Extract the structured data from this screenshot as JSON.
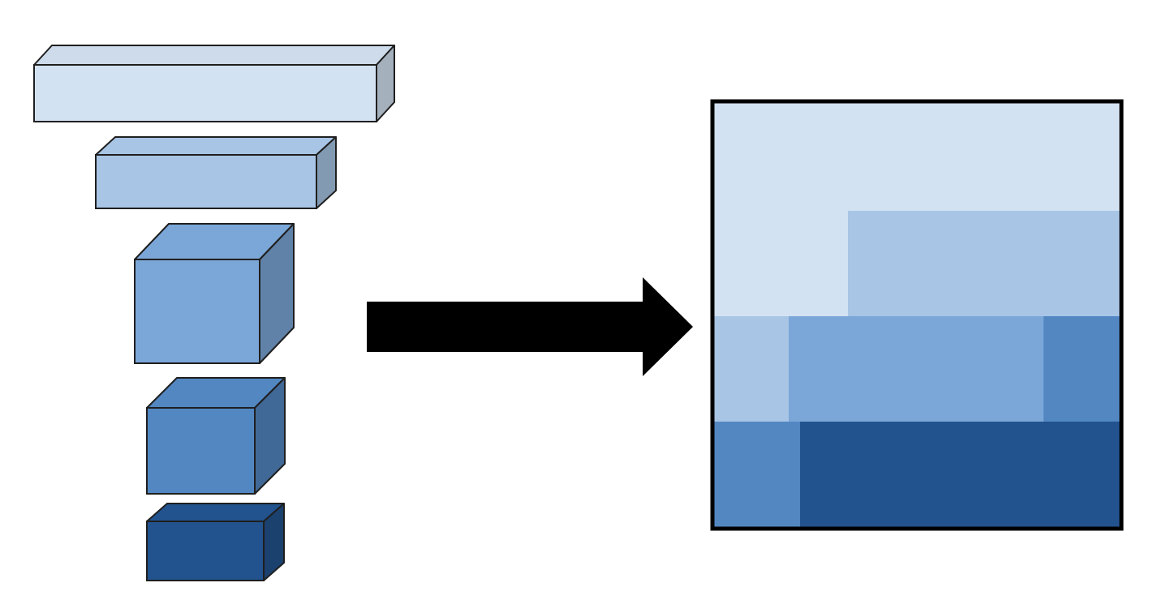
{
  "colors": {
    "background": "#ffffff",
    "outline": "#1f1f1f",
    "arrow": "#000000",
    "frame": "#000000",
    "shade_1": "#d3e2f2",
    "shade_2": "#a8c5e5",
    "shade_3": "#7ba7d8",
    "shade_4": "#5287c2",
    "shade_5": "#22538e"
  },
  "blocks": [
    {
      "id": "block-1",
      "shade": "shade_1",
      "icon": "wide-flat-slab"
    },
    {
      "id": "block-2",
      "shade": "shade_2",
      "icon": "medium-slab"
    },
    {
      "id": "block-3",
      "shade": "shade_3",
      "icon": "large-cube"
    },
    {
      "id": "block-4",
      "shade": "shade_4",
      "icon": "medium-cube"
    },
    {
      "id": "block-5",
      "shade": "shade_5",
      "icon": "small-box"
    }
  ],
  "arrow": {
    "icon": "right-arrow-icon",
    "direction": "right"
  },
  "packed_square": {
    "regions": [
      {
        "id": "region-1-top",
        "shade": "shade_1"
      },
      {
        "id": "region-1-left",
        "shade": "shade_1"
      },
      {
        "id": "region-2-right",
        "shade": "shade_2"
      },
      {
        "id": "region-2-left",
        "shade": "shade_2"
      },
      {
        "id": "region-3-middle",
        "shade": "shade_3"
      },
      {
        "id": "region-4-right",
        "shade": "shade_4"
      },
      {
        "id": "region-4-left",
        "shade": "shade_4"
      },
      {
        "id": "region-5-bottom",
        "shade": "shade_5"
      }
    ]
  }
}
